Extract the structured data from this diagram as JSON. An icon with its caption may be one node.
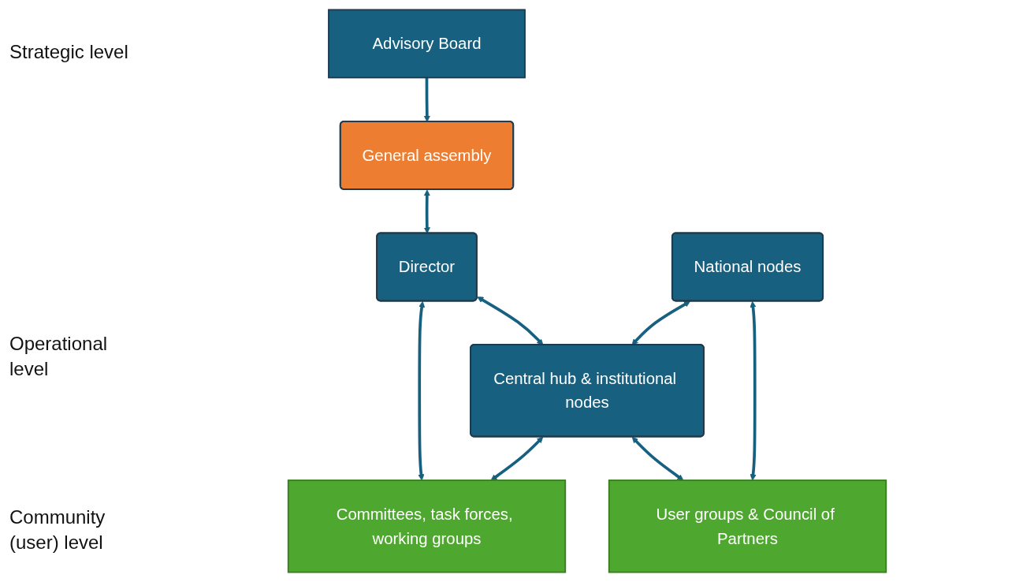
{
  "diagram": {
    "nodes": [
      {
        "text": [
          "General assembly"
        ]
      },
      {
        "text": [
          "Advisory Board"
        ]
      },
      {
        "text": [
          "Director"
        ]
      },
      {
        "text": [
          "Committees, task forces, working groups"
        ]
      },
      {
        "text": [
          "National nodes"
        ]
      },
      {
        "text": [
          "Central hub & institutional nodes"
        ]
      },
      {
        "text": [
          "User groups & Council of Partners"
        ]
      }
    ],
    "edges": [
      {
        "from": 1,
        "to": 0,
        "arrow": "to"
      },
      {
        "from": 0,
        "to": 2,
        "arrow": "both"
      },
      {
        "from": 2,
        "to": 3,
        "arrow": "both"
      },
      {
        "from": 2,
        "to": 5,
        "arrow": "both"
      },
      {
        "from": 4,
        "to": 5,
        "arrow": "both"
      },
      {
        "from": 5,
        "to": 3,
        "arrow": "both"
      },
      {
        "from": 4,
        "to": 6,
        "arrow": "both"
      },
      {
        "from": 5,
        "to": 6,
        "arrow": "both"
      }
    ],
    "labels": [
      "Strategic level",
      "Operational level",
      "Community (user) level"
    ]
  }
}
